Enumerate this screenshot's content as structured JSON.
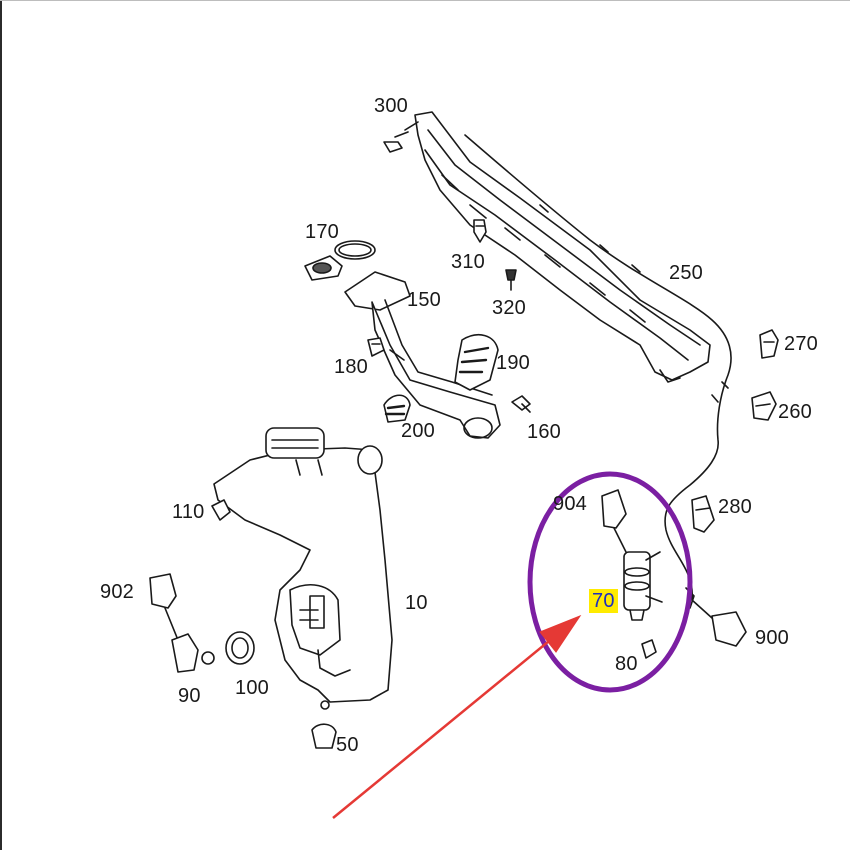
{
  "callouts": {
    "c300": "300",
    "c310": "310",
    "c320": "320",
    "c250": "250",
    "c170": "170",
    "c150": "150",
    "c180": "180",
    "c190": "190",
    "c200": "200",
    "c160": "160",
    "c270": "270",
    "c260": "260",
    "c280": "280",
    "c904": "904",
    "c110": "110",
    "c10": "10",
    "c902": "902",
    "c70": "70",
    "c80": "80",
    "c900": "900",
    "c90": "90",
    "c100": "100",
    "c50": "50"
  },
  "highlight": {
    "part": "70",
    "circle_color": "#7b1fa2",
    "arrow_color": "#e53935",
    "label_bg": "#ffeb00",
    "label_color": "#1d2fbf"
  }
}
